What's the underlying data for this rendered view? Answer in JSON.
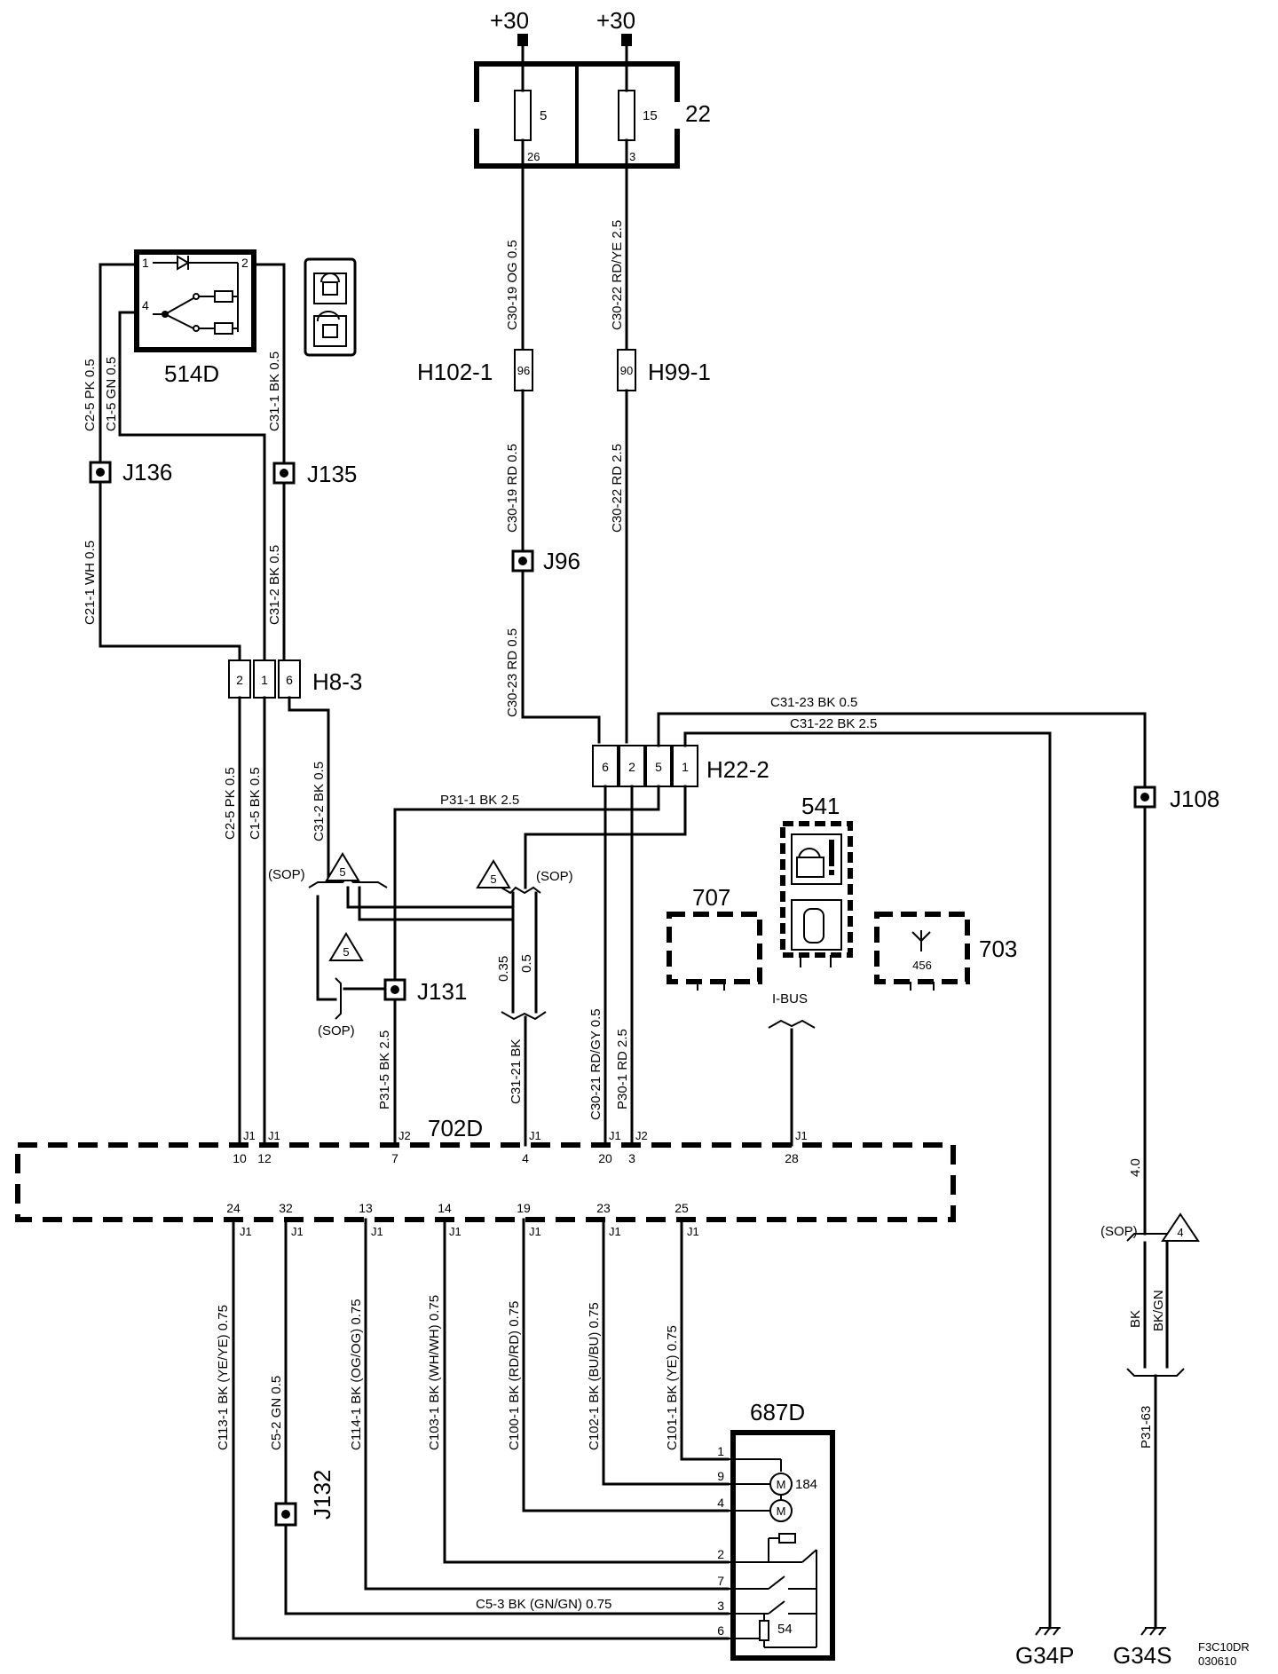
{
  "components": {
    "fusebox": "22",
    "fuse_a": "5",
    "fuse_b": "15",
    "fuse_a_pin": "26",
    "fuse_b_pin": "3",
    "supply": "+30",
    "switch_514d": "514D",
    "cim_702d": "702D",
    "lock_687d": "687D",
    "unit_541": "541",
    "unit_707": "707",
    "unit_703": "703",
    "unit_703_code": "456",
    "motor_code": "184",
    "switch_code": "54",
    "ibus": "I-BUS",
    "sop": "(SOP)",
    "note5": "5",
    "note4": "4"
  },
  "connectors": {
    "h102": "H102-1",
    "h102_pin": "96",
    "h99": "H99-1",
    "h99_pin": "90",
    "h8": "H8-3",
    "h8_pins": [
      "2",
      "1",
      "6"
    ],
    "h22": "H22-2",
    "h22_pins": [
      "6",
      "2",
      "5",
      "1"
    ],
    "switch_pins": [
      "1",
      "2",
      "4"
    ]
  },
  "splices": {
    "j136": "J136",
    "j135": "J135",
    "j96": "J96",
    "j108": "J108",
    "j131": "J131",
    "j132": "J132"
  },
  "grounds": {
    "g34p": "G34P",
    "g34s": "G34S"
  },
  "doc_code": [
    "F3C10DR",
    "030610"
  ],
  "wires": {
    "c30_19_top": "C30-19  OG  0.5",
    "c30_22_top": "C30-22  RD/YE  2.5",
    "c30_19_mid": "C30-19  RD  0.5",
    "c30_22_mid": "C30-22  RD  2.5",
    "c30_23": "C30-23  RD  0.5",
    "c2_5a": "C2-5  PK  0.5",
    "c1_5a": "C1-5  GN  0.5",
    "c31_1": "C31-1  BK  0.5",
    "c21_1": "C21-1  WH  0.5",
    "c31_2a": "C31-2  BK  0.5",
    "c2_5b": "C2-5  PK  0.5",
    "c1_5b": "C1-5  BK  0.5",
    "c31_2b": "C31-2  BK  0.5",
    "p31_1": "P31-1  BK  2.5",
    "c31_23": "C31-23  BK  0.5",
    "c31_22": "C31-22  BK  2.5",
    "p31_5": "P31-5  BK  2.5",
    "w035": "0.35",
    "w05": "0.5",
    "c31_21": "C31-21  BK",
    "c30_21": "C30-21  RD/GY  0.5",
    "p30_1": "P30-1  RD  2.5",
    "w40": "4.0",
    "bk": "BK",
    "bkgn": "BK/GN",
    "p31_63": "P31-63",
    "c113_1": "C113-1  BK  (YE/YE)  0.75",
    "c5_2": "C5-2  GN  0.5",
    "c114_1": "C114-1  BK  (OG/OG)  0.75",
    "c103_1": "C103-1  BK  (WH/WH)  0.75",
    "c100_1": "C100-1  BK  (RD/RD)  0.75",
    "c102_1": "C102-1  BK  (BU/BU)  0.75",
    "c101_1": "C101-1  BK  (YE)  0.75",
    "c5_3": "C5-3   BK  (GN/GN)  0.75"
  },
  "cim_pins_top": {
    "p10": "10",
    "p12": "12",
    "p7": "7",
    "p4": "4",
    "p20": "20",
    "p3": "3",
    "p28": "28",
    "j1": "J1",
    "j2": "J2"
  },
  "cim_pins_bottom": [
    "24",
    "32",
    "13",
    "14",
    "19",
    "23",
    "25"
  ],
  "lock_pins": [
    "1",
    "9",
    "4",
    "2",
    "7",
    "3",
    "6"
  ]
}
